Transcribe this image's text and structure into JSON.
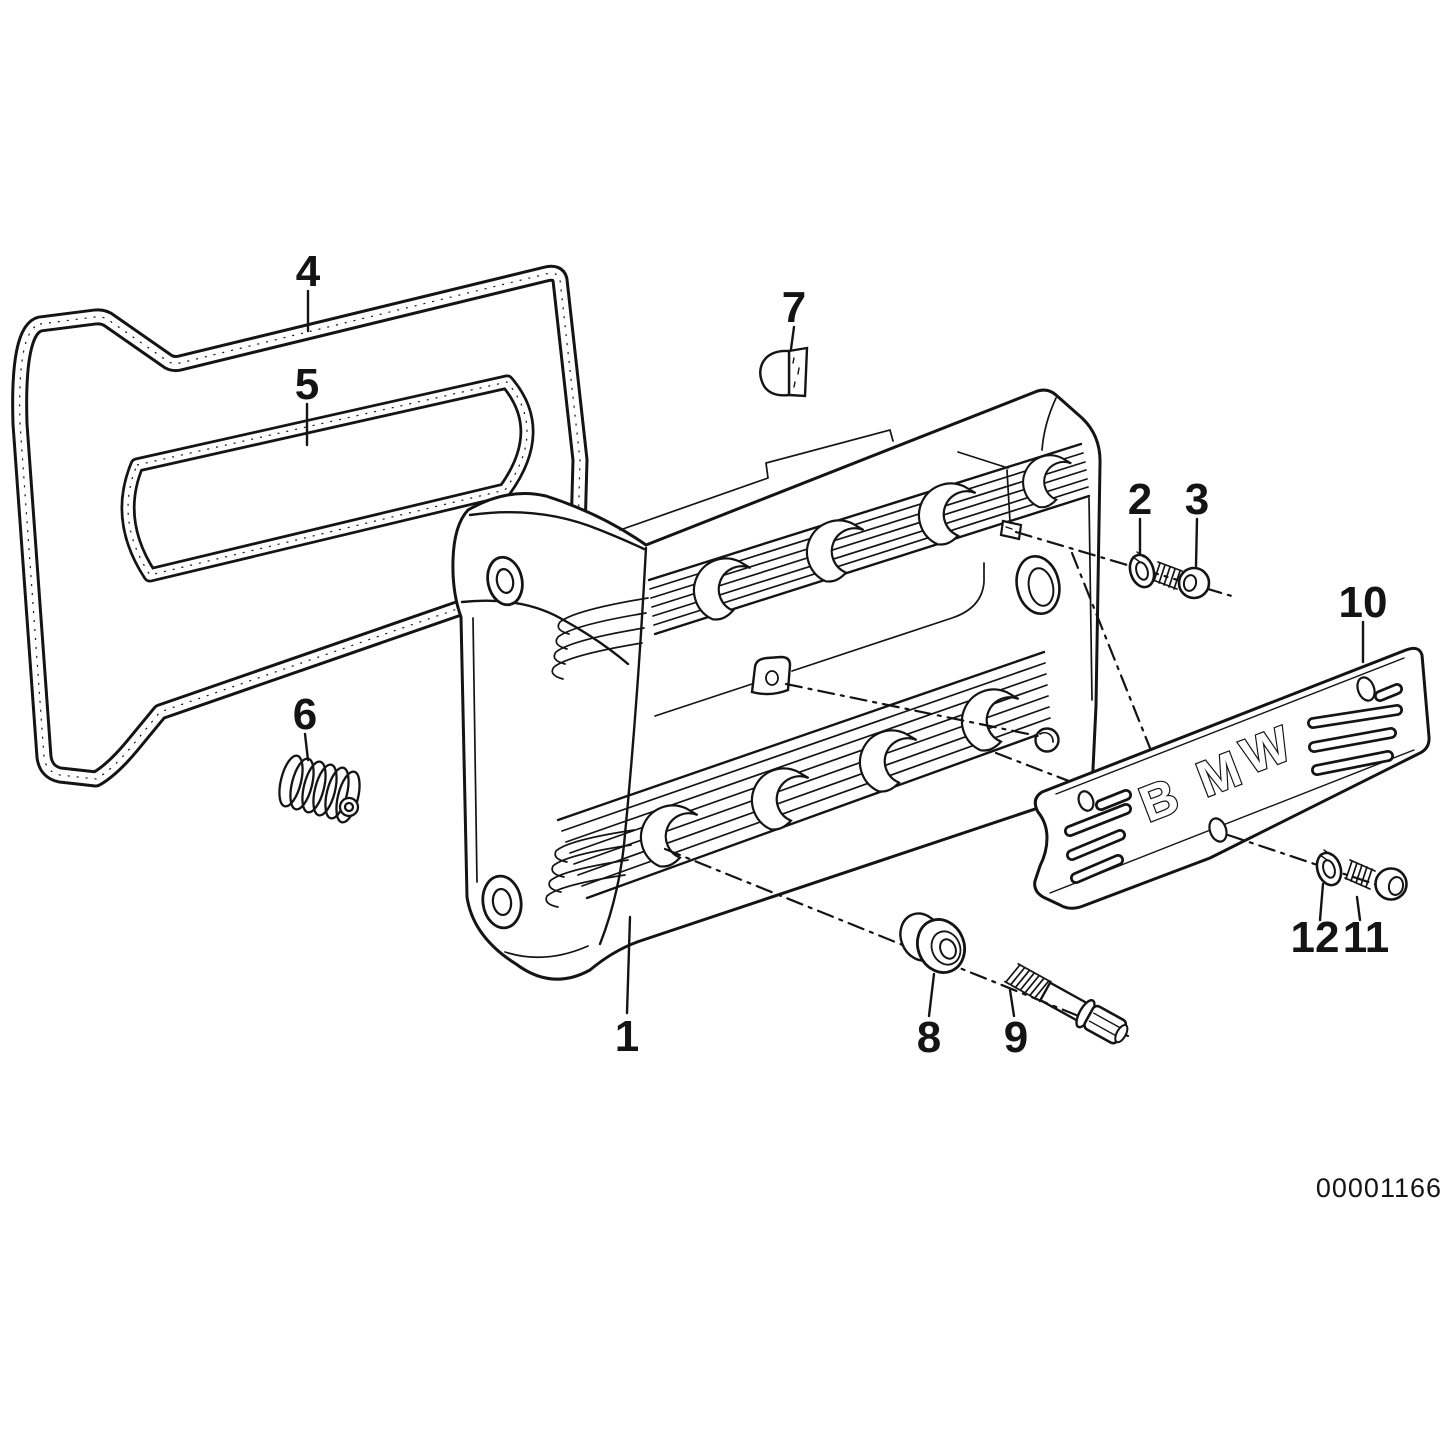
{
  "figure": {
    "type": "exploded-parts-diagram",
    "doc_number": "00001166",
    "plate_letters": {
      "l1": "B",
      "l2": "M",
      "l3": "W"
    },
    "callouts": {
      "c1": "1",
      "c2": "2",
      "c3": "3",
      "c4": "4",
      "c5": "5",
      "c6": "6",
      "c7": "7",
      "c8": "8",
      "c9": "9",
      "c10": "10",
      "c11": "11",
      "c12": "12"
    }
  }
}
